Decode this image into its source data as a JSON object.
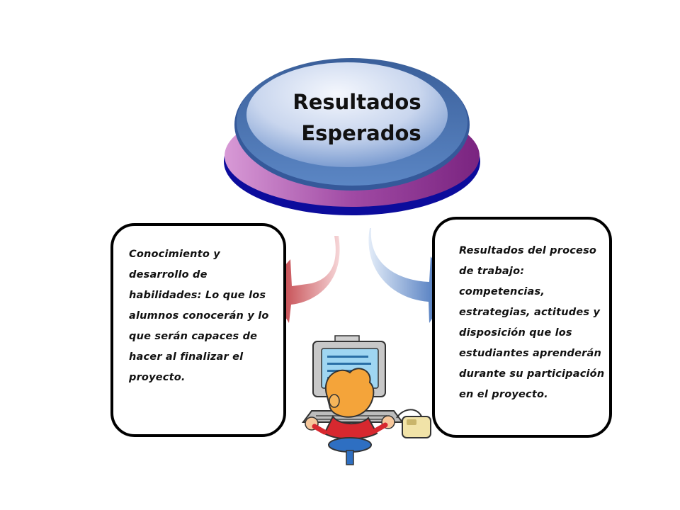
{
  "title": {
    "line1": "Resultados",
    "line2": "Esperados"
  },
  "left_box": {
    "text": "Conocimiento y desarrollo de habilidades: Lo que los alumnos conocerán y lo que serán capaces de hacer al finalizar el proyecto."
  },
  "right_box": {
    "text": "Resultados del proceso de trabajo: competencias, estrategias, actitudes y disposición que los estudiantes aprenderán durante su participación en el proyecto."
  },
  "colors": {
    "disc_outer": "#8a2f8e",
    "disc_outer_rim": "#1010a0",
    "disc_inner": "#3f6aa8",
    "disc_inner_highlight": "#dfe7f5",
    "arrow_left": "#c0353a",
    "arrow_right": "#4a78c0"
  },
  "icons": {
    "arrow_left": "curved-arrow-left-icon",
    "arrow_right": "curved-arrow-right-icon",
    "clipart": "student-computer-icon"
  }
}
